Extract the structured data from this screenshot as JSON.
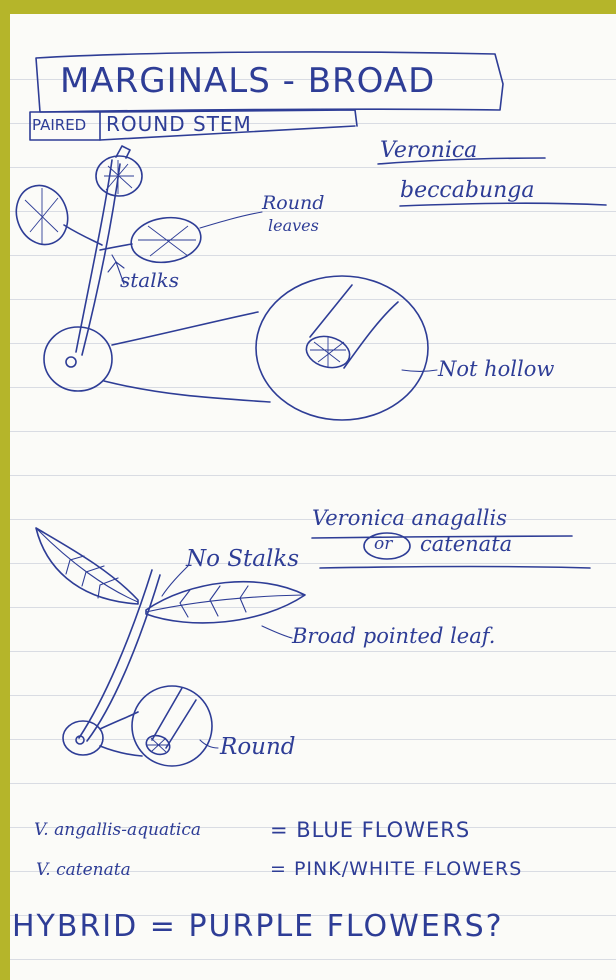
{
  "header": {
    "title": "MARGINALS - BROAD",
    "tag_paired": "PAIRED",
    "tag_stem": "ROUND STEM"
  },
  "section1": {
    "species": "Veronica",
    "species2": "beccabunga",
    "labels": {
      "round_leaves_1": "Round",
      "round_leaves_2": "leaves",
      "stalks": "stalks",
      "not_hollow": "Not hollow"
    }
  },
  "section2": {
    "species": "Veronica anagallis",
    "or": "or",
    "species_alt": "catenata",
    "labels": {
      "no_stalks": "No Stalks",
      "broad_leaf": "Broad pointed leaf.",
      "round": "Round"
    }
  },
  "notes": {
    "line1_left": "V. angallis-aquatica",
    "line1_right": "= BLUE FLOWERS",
    "line2_left": "V. catenata",
    "line2_right": "= PINK/WHITE FLOWERS",
    "hybrid": "HYBRID = PURPLE FLOWERS?"
  },
  "colors": {
    "ink": "#2e3d96",
    "paper": "#fbfbf8",
    "border": "#b5b52a",
    "rule": "#d9dce3"
  }
}
